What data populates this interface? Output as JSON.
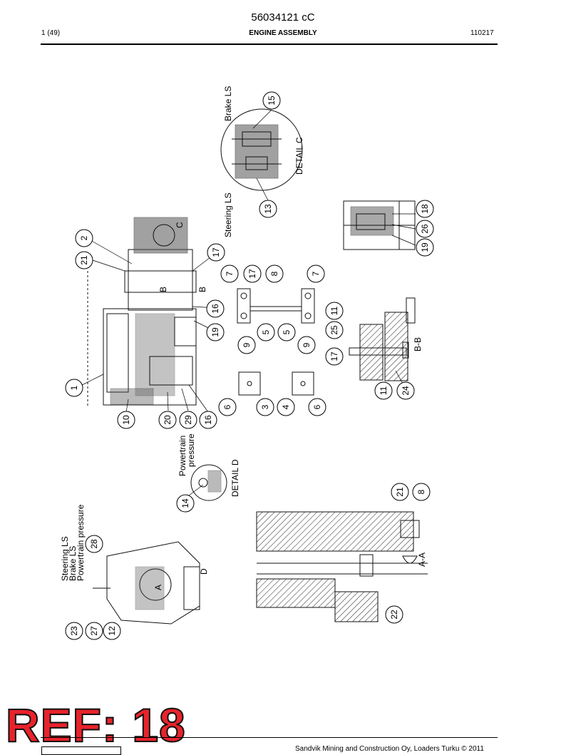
{
  "header": {
    "doc_number": "56034121 cC",
    "page_index": "1 (49)",
    "title": "ENGINE ASSEMBLY",
    "date_code": "110217"
  },
  "footer": {
    "company": "Sandvik Mining and Construction Oy, Loaders Turku © 2011"
  },
  "badge": "REF: 18",
  "labels": {
    "brake_ls": "Brake LS",
    "steering_ls": "Steering LS",
    "detail_c": "DETAIL C",
    "detail_d": "DETAIL D",
    "powertrain_pressure_1": "Powertrain",
    "powertrain_pressure_2": "pressure",
    "steering_ls_2": "Steering LS",
    "brake_ls_2": "Brake LS",
    "powertrain_pressure_full": "Powertrain pressure",
    "section_bb": "B-B",
    "section_aa": "A-A",
    "letter_c": "C",
    "letter_b_1": "B",
    "letter_b_2": "B",
    "letter_a": "A",
    "letter_d": "D"
  },
  "callouts": {
    "n1": "1",
    "n2": "2",
    "n3": "3",
    "n4": "4",
    "n5a": "5",
    "n5b": "5",
    "n6a": "6",
    "n6b": "6",
    "n7a": "7",
    "n7b": "7",
    "n8a": "8",
    "n8b": "8",
    "n9a": "9",
    "n9b": "9",
    "n10": "10",
    "n11a": "11",
    "n11b": "11",
    "n12": "12",
    "n13": "13",
    "n14": "14",
    "n15": "15",
    "n16a": "16",
    "n16b": "16",
    "n17a": "17",
    "n17b": "17",
    "n17c": "17",
    "n18": "18",
    "n19a": "19",
    "n19b": "19",
    "n20": "20",
    "n21a": "21",
    "n21b": "21",
    "n22": "22",
    "n23": "23",
    "n24": "24",
    "n25": "25",
    "n26": "26",
    "n27": "27",
    "n28": "28",
    "n29": "29"
  }
}
